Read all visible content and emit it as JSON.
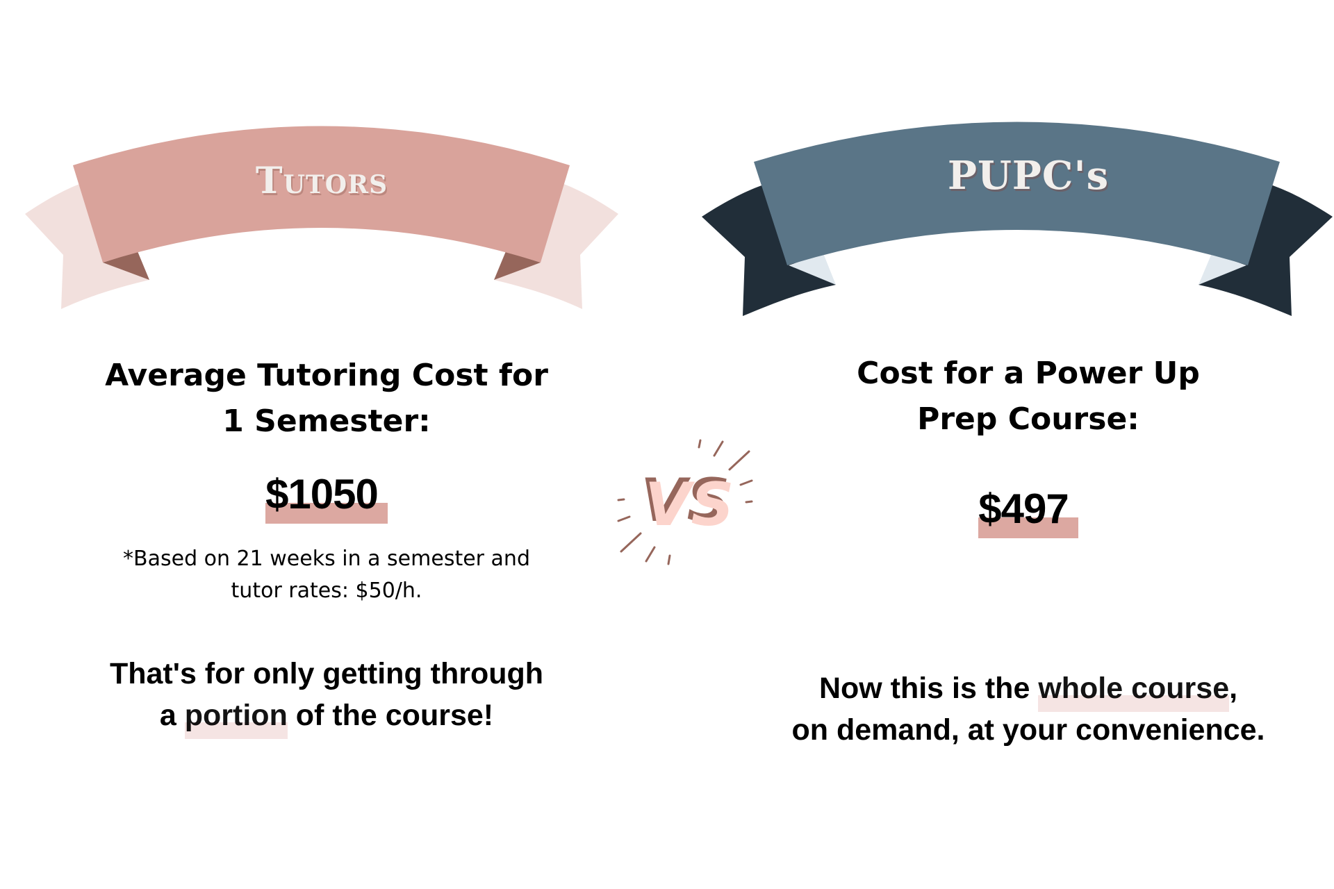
{
  "colors": {
    "tutor_band": "#d9a39b",
    "tutor_tail": "#f2e0dd",
    "tutor_fold": "#96665b",
    "pupc_band": "#5a7587",
    "pupc_tail": "#212e39",
    "pupc_fold": "#e1e9ef",
    "price_highlight": "#dca8a1",
    "soft_highlight": "#f5e4e3",
    "vs_fill": "#fcd4cc",
    "vs_shadow": "#96665b"
  },
  "left": {
    "banner_title": "Tutors",
    "heading_line1": "Average Tutoring Cost for",
    "heading_line2": "1 Semester:",
    "price": "$1050",
    "note_line1": "*Based on 21 weeks in a semester and",
    "note_line2": "tutor rates: $50/h.",
    "tagline_line1": "That's for only getting through",
    "tagline_line2_pre": "a ",
    "tagline_line2_highlight": "portion",
    "tagline_line2_post": " of the course!"
  },
  "center": {
    "vs_label": "VS"
  },
  "right": {
    "banner_title": "PUPC's",
    "heading_line1": "Cost for a Power Up",
    "heading_line2": "Prep Course:",
    "price": "$497",
    "tagline_line1_pre": "Now this is the ",
    "tagline_line1_highlight": "whole course",
    "tagline_line1_post": ",",
    "tagline_line2": "on demand, at your convenience."
  }
}
